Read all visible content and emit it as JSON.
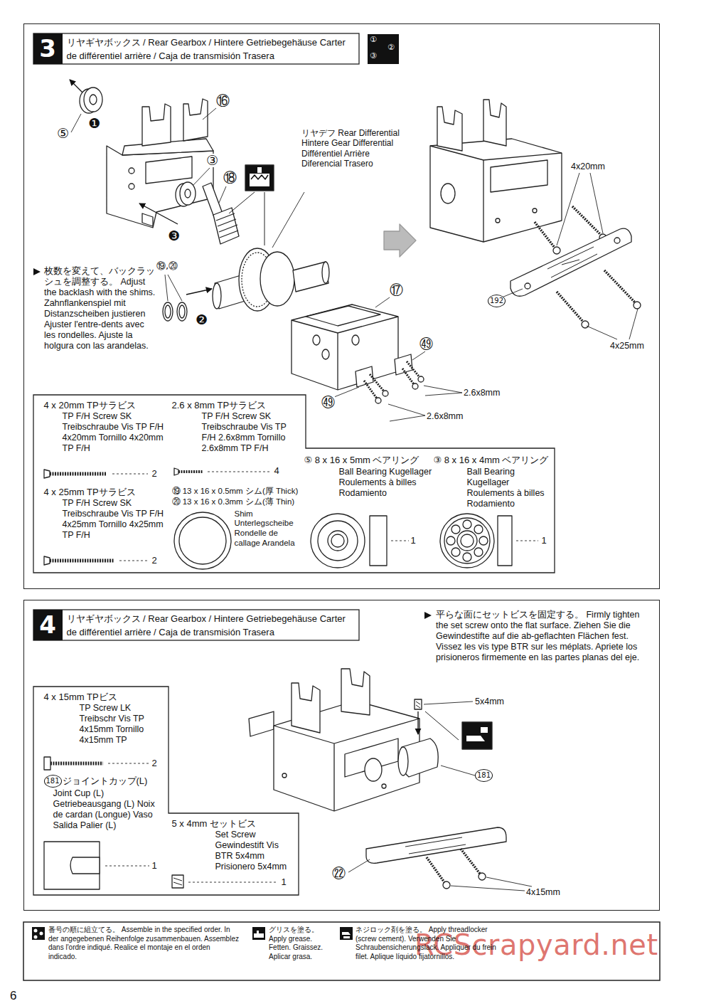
{
  "diagram": {
    "nodes": [
      {
        "text": [
          "3",
          "リヤギヤボックス / Rear Gearbox / Hintere Getriebegehäuse Carter de différentiel arrière / Caja de transmisión Trasera"
        ]
      },
      {
        "text": [
          "4 x 20mm TPサラビス",
          "TP F/H Screw SK Treibschraube Vis TP F/H 4x20mm Tornillo 4x20mm TP F/H",
          "2",
          "2.6 x 8mm TPサラビス",
          "TP F/H Screw SK Treibschraube Vis TP F/H 2.6x8mm Tornillo 2.6x8mm TP F/H",
          "4",
          "4 x 25mm TPサラビス",
          "TP F/H Screw SK Treibschraube Vis TP F/H 4x25mm Tornillo 4x25mm TP F/H",
          "2",
          "⑲ 13 x 16 x 0.5mm シム(厚 Thick)",
          "⑳ 13 x 16 x 0.3mm シム(薄 Thin)",
          "Shim Unterlegscheibe Rondelle de callage Arandela",
          "⑤ 8 x 16 x 5mm ベアリング",
          "Ball Bearing Kugellager Roulements à billes Rodamiento",
          "1",
          "③ 8 x 16 x 4mm ベアリング",
          "Ball Bearing Kugellager Roulements à billes Rodamiento",
          "1"
        ],
        "in": 0
      },
      {
        "text": [
          "4",
          "リヤギヤボックス / Rear Gearbox / Hintere Getriebegehäuse Carter de différentiel arrière / Caja de transmisión Trasera"
        ]
      },
      {
        "text": [
          "4 x 15mm TPビス",
          "TP Screw LK Treibschr Vis TP 4x15mm Tornillo 4x15mm TP",
          "2",
          "181",
          "ジョイントカップ(L)",
          "Joint Cup (L) Getriebeausgang (L) Noix de cardan (Longue) Vaso Salida Palier (L)",
          "1",
          "5 x 4mm セットビス",
          "Set Screw Gewindestift Vis BTR 5x4mm Prisionero 5x4mm",
          "1"
        ],
        "in": 2
      }
    ],
    "labels": [
      "①",
      "②",
      "③",
      "⑤",
      "❶",
      "⑯",
      "③",
      "⑱",
      "❸",
      "リヤデフ Rear Differential Hintere Gear Differential Différentiel Arrière Diferencial Trasero",
      "枚数を変えて、バックラッシュを調整する。 Adjust the backlash with the shims. Zahnflankenspiel mit Distanzscheiben justieren Ajuster l'entre-dents avec les rondelles. Ajuste la holgura con las arandelas.",
      "⑲,⑳",
      "❷",
      "⑰",
      "㊾",
      "㊾",
      "2.6x8mm",
      "2.6x8mm",
      "4x20mm",
      "192",
      "4x25mm",
      "平らな面にセットビスを固定する。 Firmly tighten the set screw onto the flat surface. Ziehen Sie die Gewindestifte auf die ab-geflachten Flächen fest. Vissez les vis type BTR sur les méplats. Apriete los prisioneros firmemente en las partes planas del eje.",
      "5x4mm",
      "181",
      "㉒",
      "4x15mm",
      "6",
      "RCScrapyard.net"
    ],
    "legend": [
      {
        "text": "番号の順に組立てる。 Assemble in the specified order. In der angegebenen Reihenfolge zusammenbauen. Assemblez dans l'ordre indiqué. Realice el montaje en el orden indicado."
      },
      {
        "text": "グリスを塗る。 Apply grease. Fetten. Graissez. Aplicar grasa."
      },
      {
        "text": "ネジロック剤を塗る。 Apply threadlocker (screw cement). Verwenden Sie Schraubensicherungslack. Appliquer du frein filet. Aplique líquido fijatornillos."
      }
    ]
  }
}
